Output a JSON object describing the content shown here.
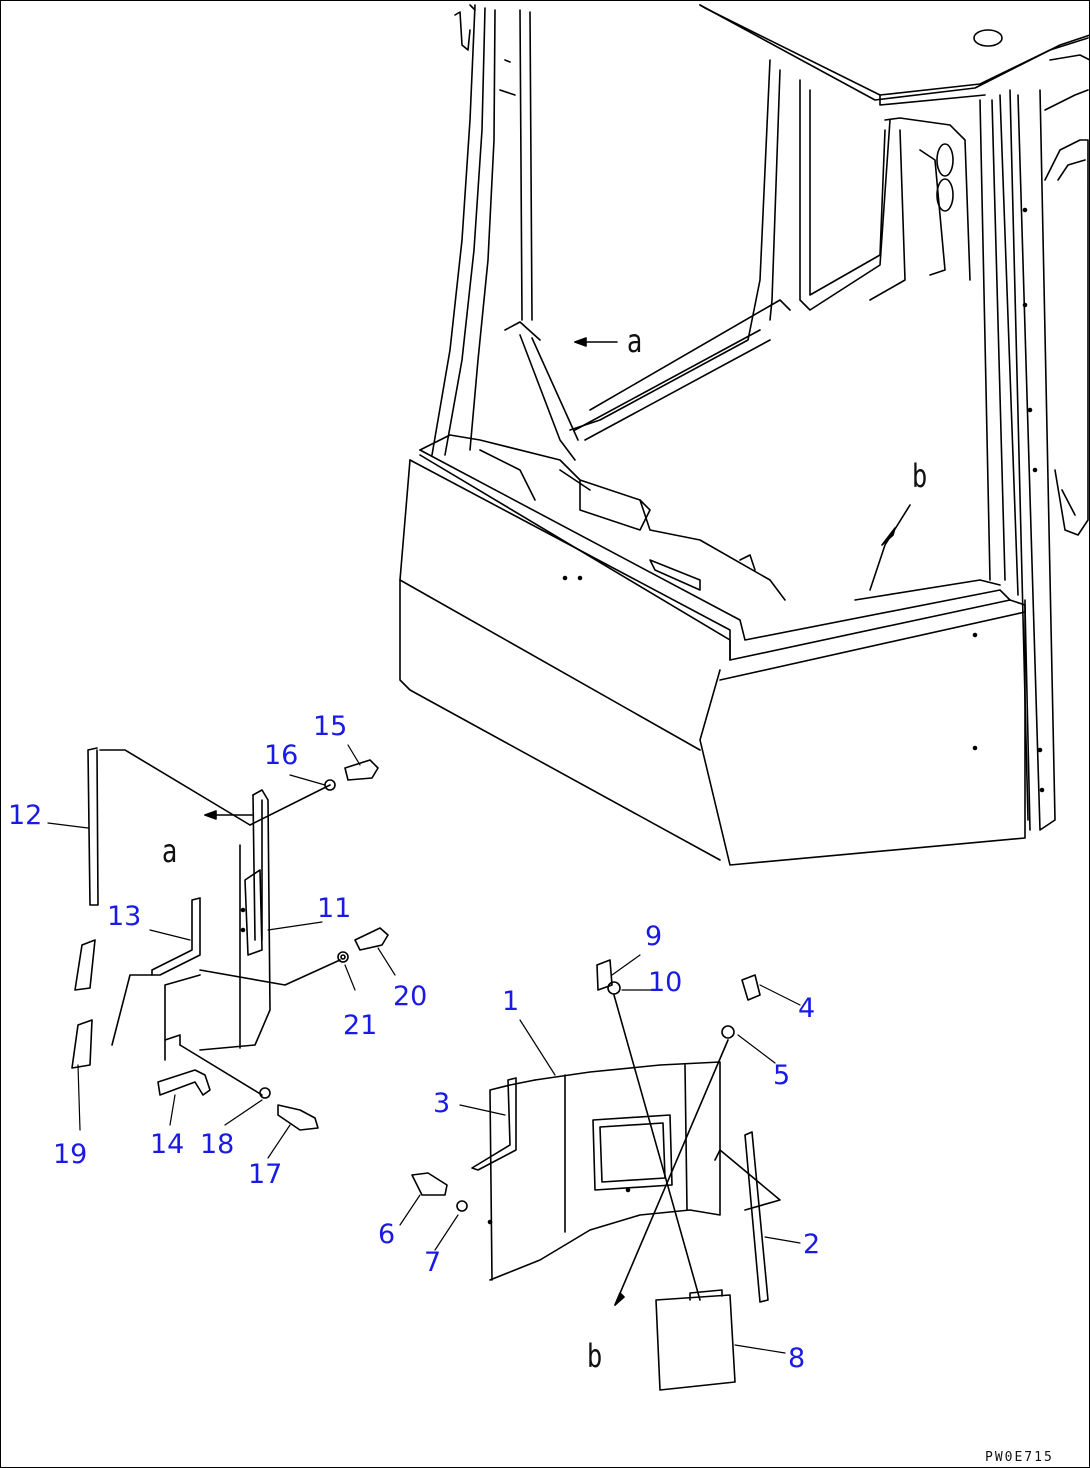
{
  "callouts": {
    "c1": "1",
    "c2": "2",
    "c3": "3",
    "c4": "4",
    "c5": "5",
    "c6": "6",
    "c7": "7",
    "c8": "8",
    "c9": "9",
    "c10": "10",
    "c11": "11",
    "c12": "12",
    "c13": "13",
    "c14": "14",
    "c15": "15",
    "c16": "16",
    "c17": "17",
    "c18": "18",
    "c19": "19",
    "c20": "20",
    "c21": "21"
  },
  "view_refs": {
    "a_target": "a",
    "a_source": "a",
    "b_target": "b",
    "b_source": "b"
  },
  "drawing_code": "PW0E715",
  "colors": {
    "callout": "#1a1ae6",
    "line": "#000000",
    "background": "#ffffff"
  }
}
